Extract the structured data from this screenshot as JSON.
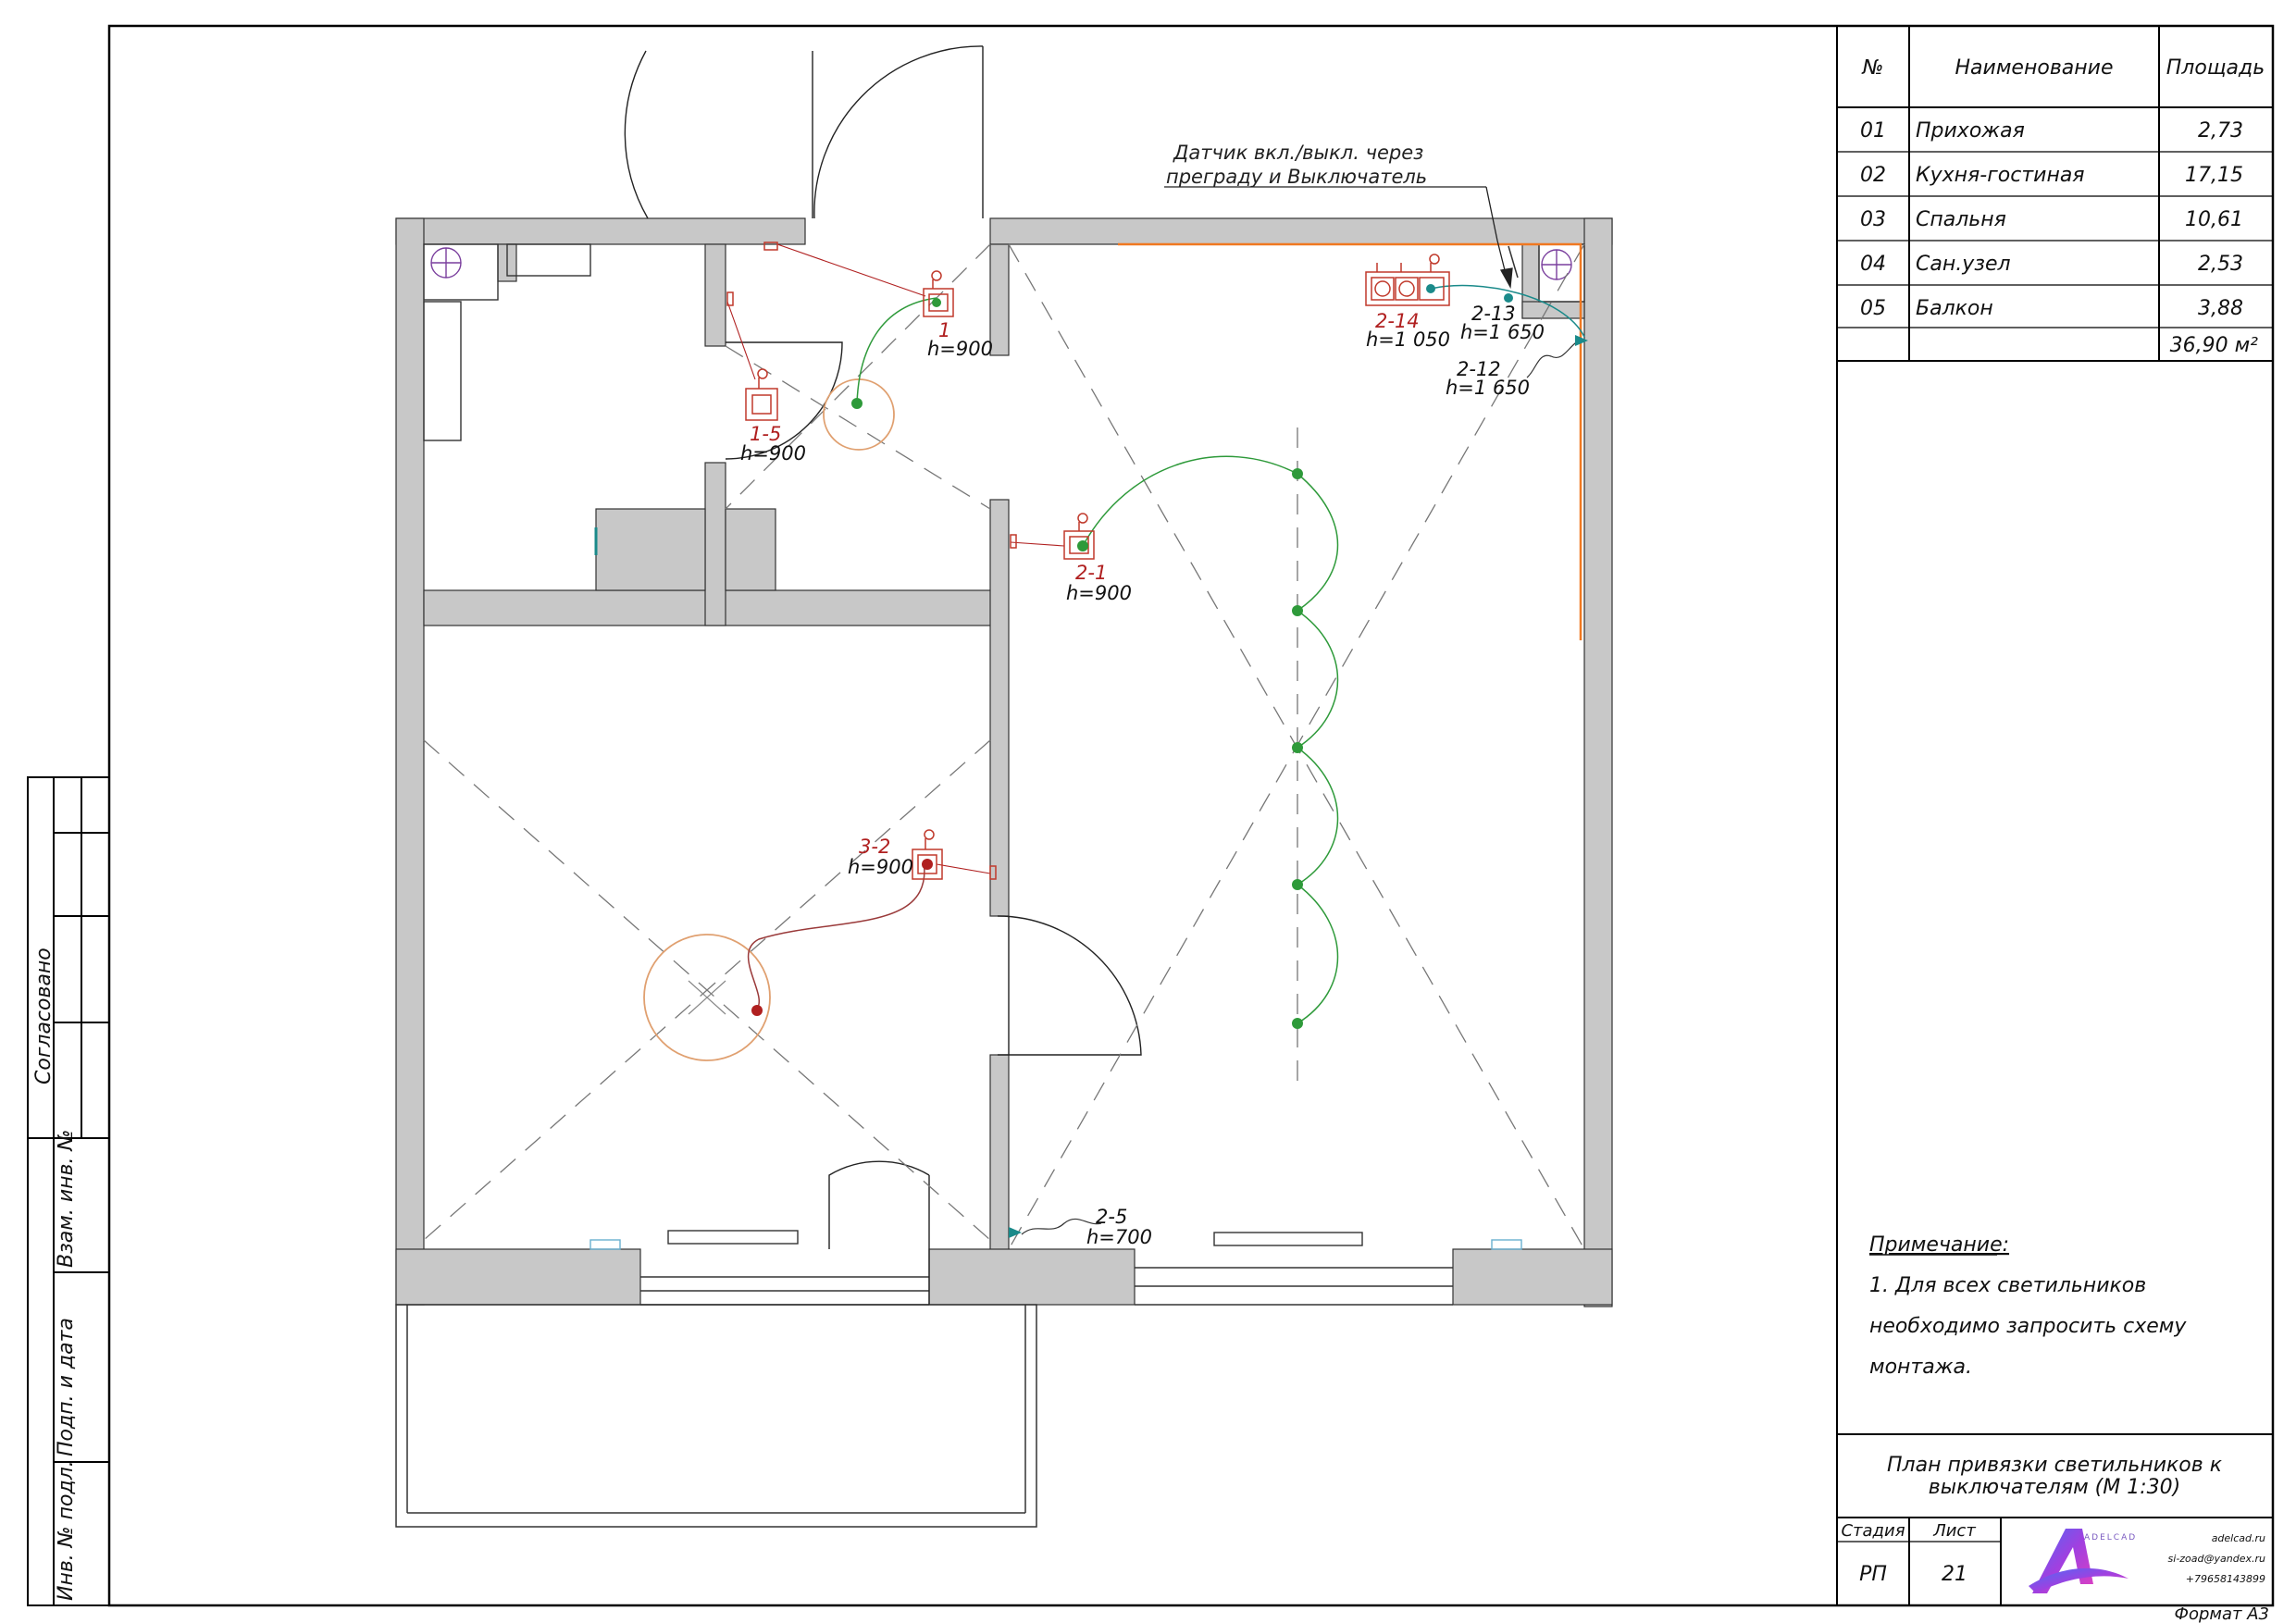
{
  "table": {
    "headers": {
      "num": "№",
      "name": "Наименование",
      "area": "Площадь"
    },
    "rows": [
      {
        "num": "01",
        "name": "Прихожая",
        "area": "2,73"
      },
      {
        "num": "02",
        "name": "Кухня-гостиная",
        "area": "17,15"
      },
      {
        "num": "03",
        "name": "Спальня",
        "area": "10,61"
      },
      {
        "num": "04",
        "name": "Сан.узел",
        "area": "2,53"
      },
      {
        "num": "05",
        "name": "Балкон",
        "area": "3,88"
      }
    ],
    "total": "36,90 м²"
  },
  "note": {
    "title": "Примечание:",
    "line1": "1. Для всех светильников",
    "line2": "необходимо запросить схему",
    "line3": "монтажа."
  },
  "title_block": {
    "title_line1": "План привязки светильников к",
    "title_line2": "выключателям (М 1:30)",
    "stage_label": "Стадия",
    "sheet_label": "Лист",
    "stage": "РП",
    "sheet": "21",
    "logo_text": "ADELCAD",
    "contact1": "adelcad.ru",
    "contact2": "si-zoad@yandex.ru",
    "contact3": "+79658143899",
    "format": "Формат А3"
  },
  "side_stamp": {
    "agreed": "Согласовано",
    "inv_vzam": "Взам. инв. №",
    "sign_date": "Подп. и дата",
    "inv_orig": "Инв. № подл."
  },
  "plan": {
    "annotation_line1": "Датчик вкл./выкл. через",
    "annotation_line2": "преграду и Выключатель",
    "labels": {
      "s1": "1",
      "s1h": "h=900",
      "s15": "1-5",
      "s15h": "h=900",
      "s21": "2-1",
      "s21h": "h=900",
      "s214": "2-14",
      "s214h": "h=1 050",
      "s213": "2-13",
      "s213h": "h=1 650",
      "s212": "2-12",
      "s212h": "h=1 650",
      "s25": "2-5",
      "s25h": "h=700",
      "s32": "3-2",
      "s32h": "h=900"
    }
  },
  "colors": {
    "wall": "#c8c8c8",
    "green": "#2e9a3a",
    "red": "#b02020",
    "switch": "#c0392b",
    "orange": "#f07820",
    "teal": "#1a8a8a",
    "fixture_ring": "#e0a070"
  }
}
